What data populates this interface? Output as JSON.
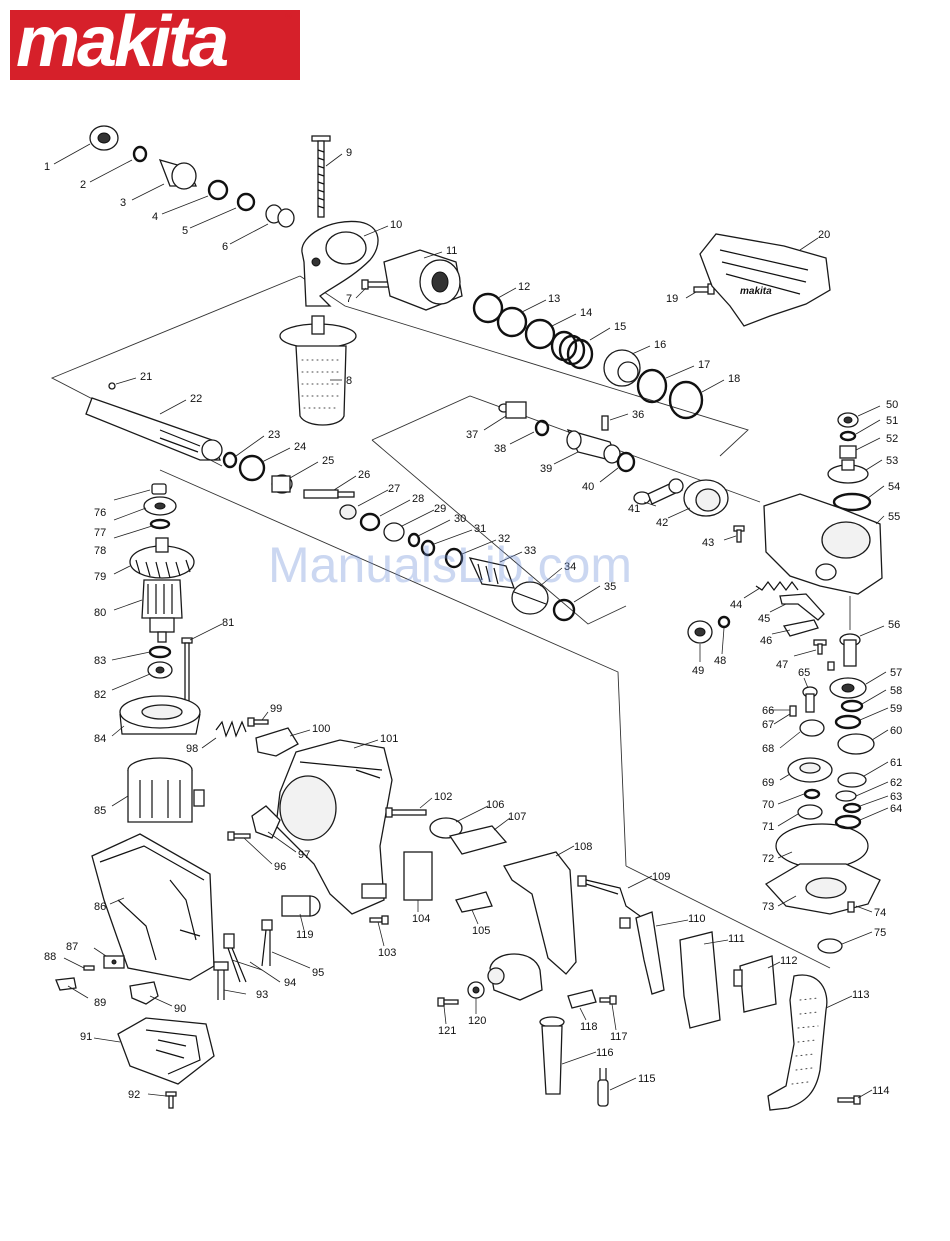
{
  "brand": {
    "logo_text": "makita",
    "registered_mark": "®",
    "color": "#d6202a"
  },
  "watermark": "ManualsLib.com",
  "part_labels": [
    "1",
    "2",
    "3",
    "4",
    "5",
    "6",
    "7",
    "8",
    "9",
    "10",
    "11",
    "12",
    "13",
    "14",
    "15",
    "16",
    "17",
    "18",
    "19",
    "20",
    "21",
    "22",
    "23",
    "24",
    "25",
    "26",
    "27",
    "28",
    "29",
    "30",
    "31",
    "32",
    "33",
    "34",
    "35",
    "36",
    "37",
    "38",
    "39",
    "40",
    "41",
    "42",
    "43",
    "44",
    "45",
    "46",
    "47",
    "48",
    "49",
    "50",
    "51",
    "52",
    "53",
    "54",
    "55",
    "56",
    "57",
    "58",
    "59",
    "60",
    "61",
    "62",
    "63",
    "64",
    "65",
    "66",
    "67",
    "68",
    "69",
    "70",
    "71",
    "72",
    "73",
    "74",
    "75",
    "76",
    "77",
    "78",
    "79",
    "80",
    "81",
    "82",
    "83",
    "84",
    "85",
    "86",
    "87",
    "88",
    "89",
    "90",
    "91",
    "92",
    "93",
    "94",
    "95",
    "96",
    "97",
    "98",
    "99",
    "100",
    "101",
    "102",
    "103",
    "104",
    "105",
    "106",
    "107",
    "108",
    "109",
    "110",
    "111",
    "112",
    "113",
    "114",
    "115",
    "116",
    "117",
    "118",
    "119",
    "120",
    "121"
  ]
}
